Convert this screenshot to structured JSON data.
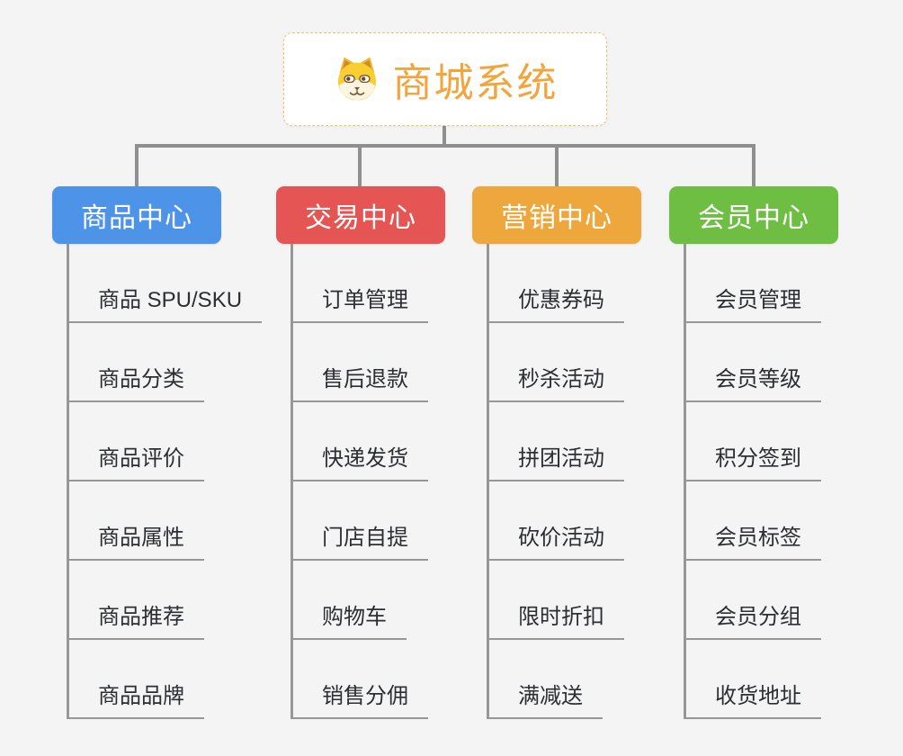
{
  "root": {
    "title": "商城系统",
    "icon": "dog-face-icon",
    "accent_color": "#f2a53c"
  },
  "branches": [
    {
      "label": "商品中心",
      "color": "#4d93e8",
      "children": [
        "商品 SPU/SKU",
        "商品分类",
        "商品评价",
        "商品属性",
        "商品推荐",
        "商品品牌"
      ]
    },
    {
      "label": "交易中心",
      "color": "#e45553",
      "children": [
        "订单管理",
        "售后退款",
        "快递发货",
        "门店自提",
        "购物车",
        "销售分佣"
      ]
    },
    {
      "label": "营销中心",
      "color": "#eda73c",
      "children": [
        "优惠券码",
        "秒杀活动",
        "拼团活动",
        "砍价活动",
        "限时折扣",
        "满减送"
      ]
    },
    {
      "label": "会员中心",
      "color": "#6fbe44",
      "children": [
        "会员管理",
        "会员等级",
        "积分签到",
        "会员标签",
        "会员分组",
        "收货地址"
      ]
    }
  ]
}
